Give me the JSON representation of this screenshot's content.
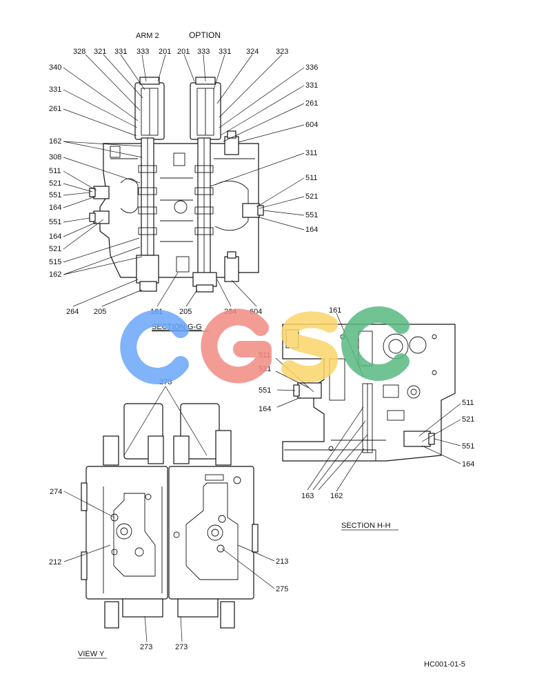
{
  "headings": {
    "arm2": "ARM 2",
    "option": "OPTION"
  },
  "captions": {
    "section_gg": "SECTION  G-G",
    "section_hh": "SECTION  H-H",
    "view_y": "VIEW  Y",
    "drawing_id": "HC001-01-5"
  },
  "watermark": {
    "text": "CGSC",
    "colors": [
      "#6aa6f8",
      "#f28b82",
      "#fbd56a",
      "#59b982"
    ]
  },
  "callouts": {
    "gg_top": [
      "328",
      "321",
      "331",
      "333",
      "201",
      "201",
      "333",
      "331",
      "324",
      "323"
    ],
    "gg_left": [
      "340",
      "331",
      "261",
      "162",
      "308",
      "511",
      "521",
      "551",
      "164",
      "551",
      "164",
      "521",
      "515",
      "162"
    ],
    "gg_right": [
      "336",
      "331",
      "261",
      "604",
      "311",
      "511",
      "521",
      "551",
      "164"
    ],
    "gg_bottom": [
      "264",
      "205",
      "161",
      "205",
      "264",
      "604"
    ],
    "hh": [
      "161",
      "511",
      "521",
      "551",
      "164",
      "511",
      "521",
      "551",
      "164",
      "163",
      "162"
    ],
    "view_y": [
      "273",
      "274",
      "212",
      "213",
      "275",
      "273",
      "273"
    ]
  }
}
